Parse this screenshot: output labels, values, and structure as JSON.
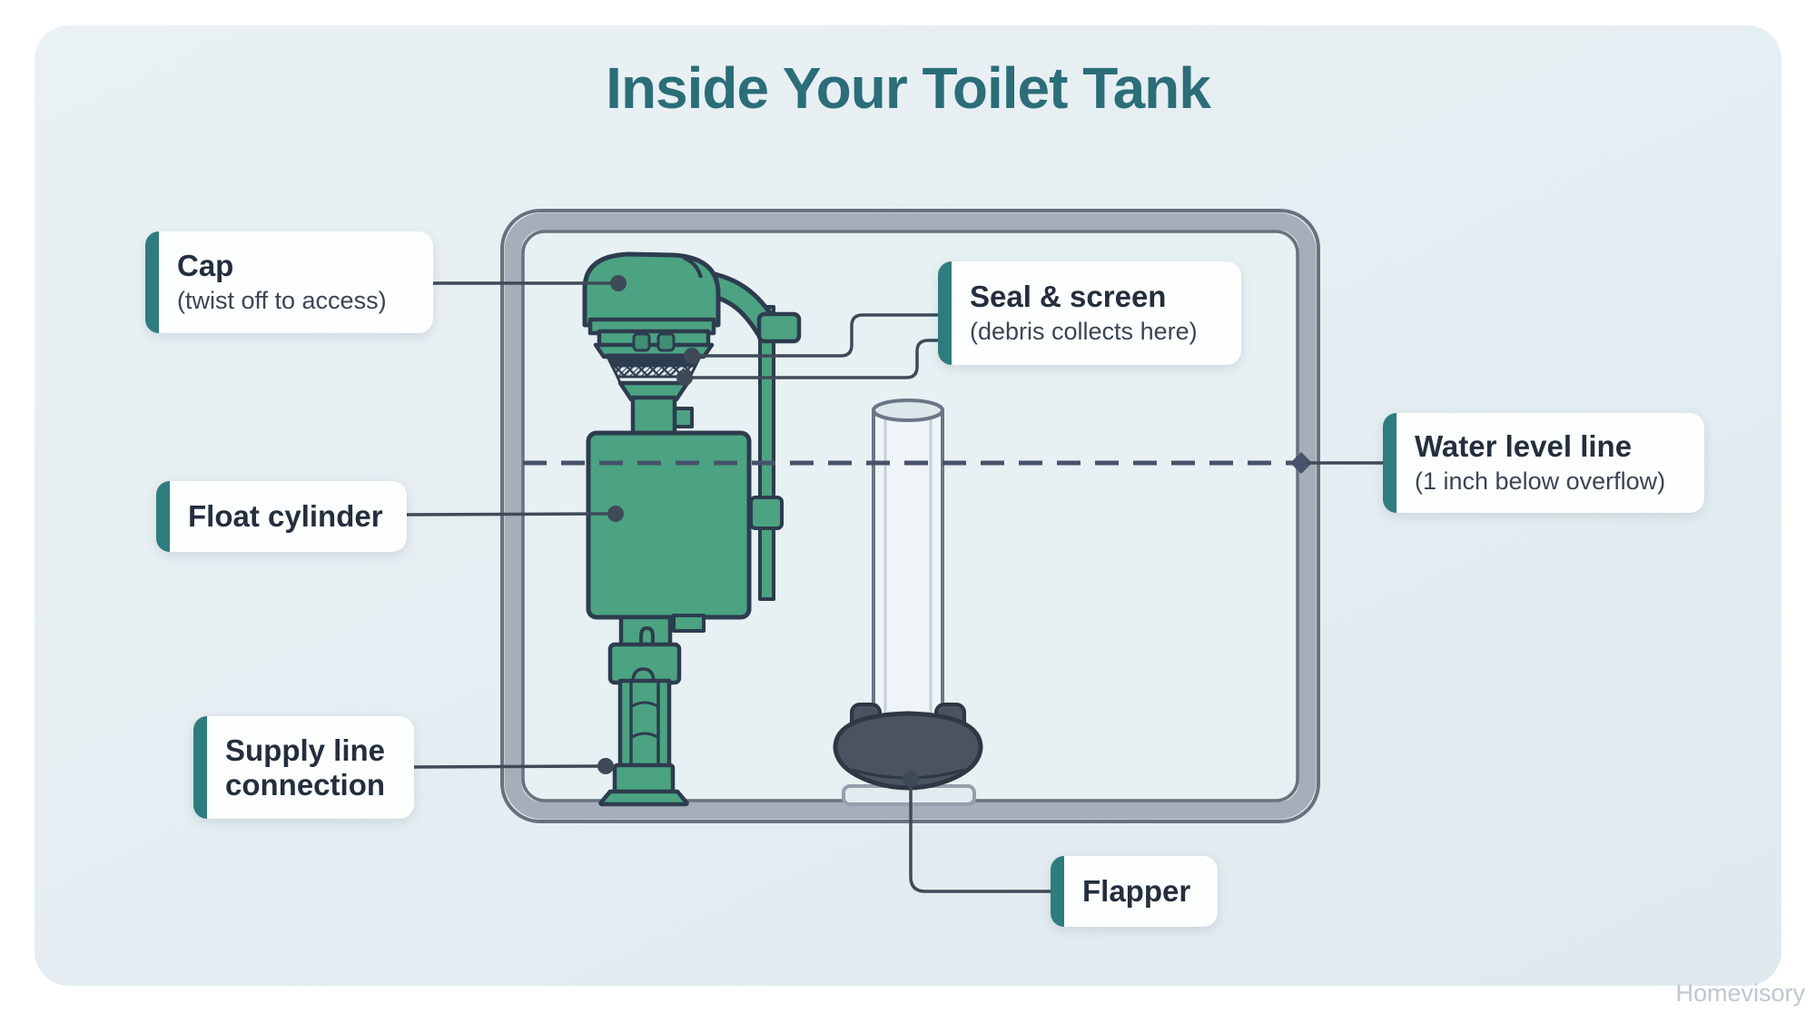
{
  "title": "Inside Your Toilet Tank",
  "watermark": "Homevisory",
  "labels": {
    "cap": {
      "title": "Cap",
      "subtitle": "(twist off to access)"
    },
    "seal_screen": {
      "title": "Seal & screen",
      "subtitle": "(debris collects here)"
    },
    "float_cylinder": {
      "title": "Float cylinder"
    },
    "water_level": {
      "title": "Water level line",
      "subtitle": "(1 inch below overflow)"
    },
    "supply_line": {
      "title": "Supply line connection"
    },
    "flapper": {
      "title": "Flapper"
    }
  },
  "colors": {
    "title_teal": "#2A6E79",
    "accent_teal": "#2E7D7E",
    "valve_green": "#4BA382",
    "outline_navy": "#2D3C4E",
    "flapper_gray": "#4A5461",
    "tank_wall_gray": "#A6AEBA",
    "connector_slate": "#3F4A59",
    "card_background": "#E4EDF1",
    "tank_interior": "#E7F0F2"
  }
}
